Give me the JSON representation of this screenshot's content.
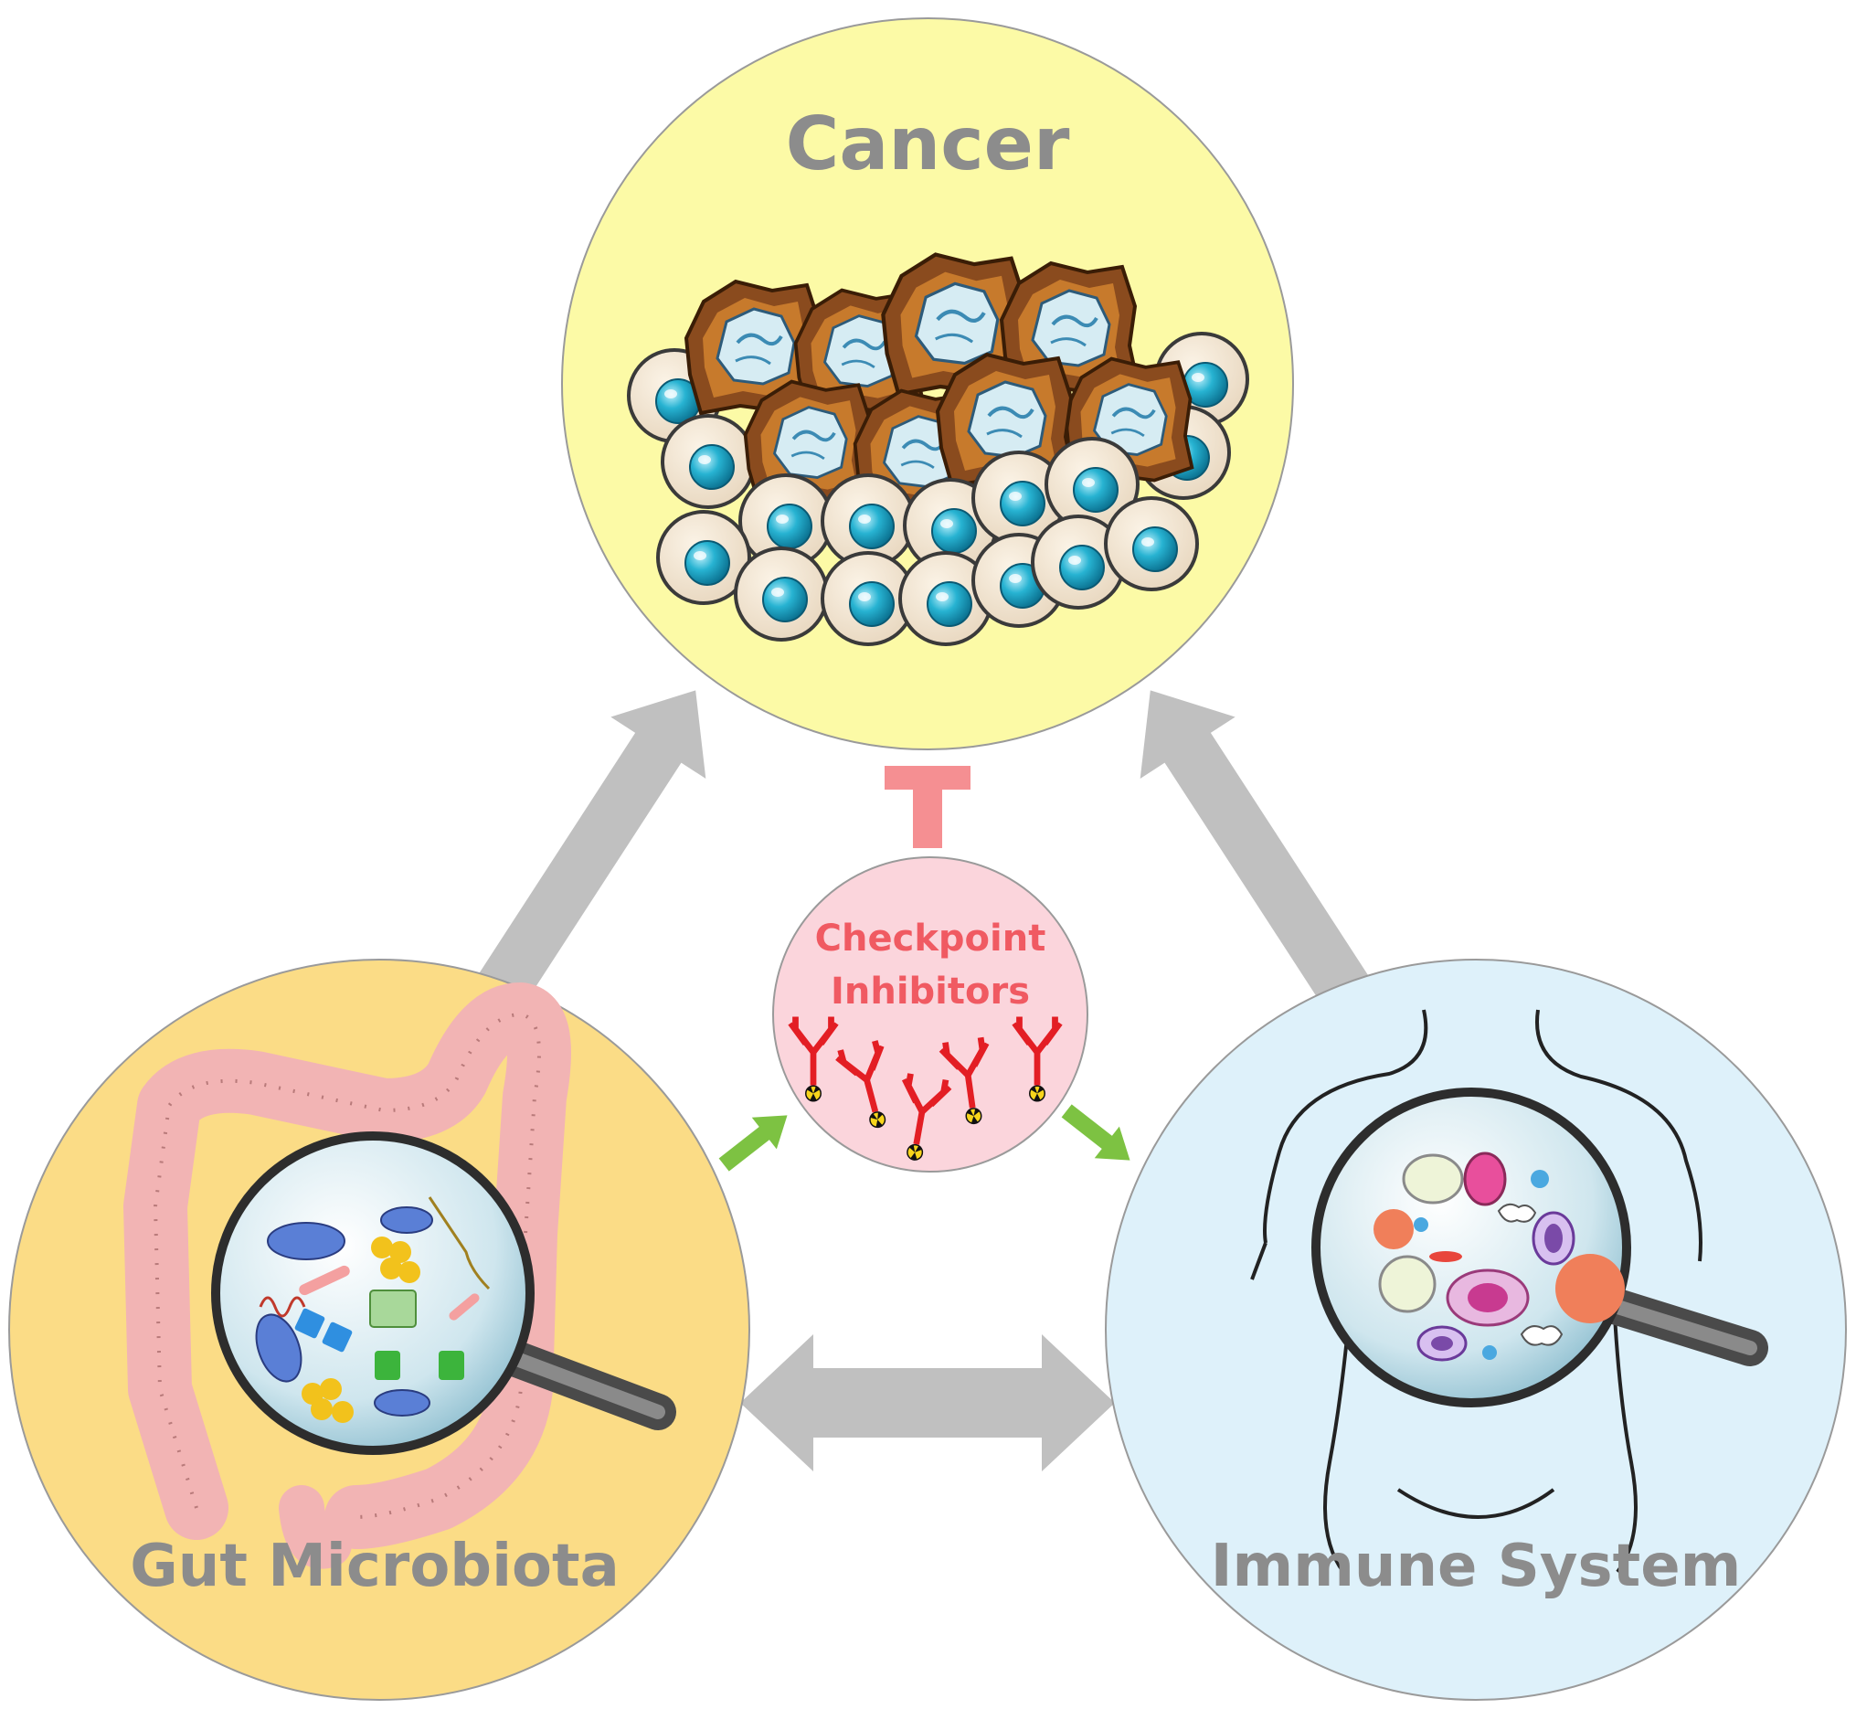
{
  "nodes": {
    "cancer": {
      "label": "Cancer",
      "fill": "#fcfaa6"
    },
    "gut": {
      "label": "Gut Microbiota",
      "fill": "#fbdc86"
    },
    "immune": {
      "label": "Immune System",
      "fill": "#def1fa"
    },
    "checkpoint": {
      "label_line1": "Checkpoint",
      "label_line2": "Inhibitors",
      "fill": "#fbd5dc"
    }
  },
  "colors": {
    "label_gray": "#8c8c8c",
    "arrow_gray": "#c0c0c0",
    "inhibit_pink": "#f58f92",
    "checkpoint_text": "#f05a62",
    "green_arrow": "#7dc242",
    "antibody_red": "#e31e24"
  },
  "icons": [
    "cancer-cells-illustration",
    "colon-illustration",
    "magnifier-icon",
    "torso-outline",
    "antibody-icon",
    "radiation-symbol-icon"
  ]
}
